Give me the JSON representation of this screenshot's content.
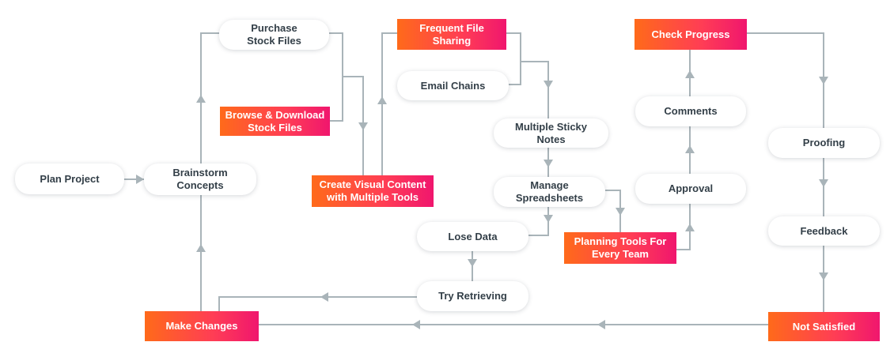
{
  "nodes": {
    "plan_project": "Plan Project",
    "brainstorm": "Brainstorm\nConcepts",
    "purchase_stock": "Purchase\nStock Files",
    "browse_download": "Browse & Download\nStock Files",
    "create_visual": "Create Visual Content\nwith Multiple Tools",
    "frequent_sharing": "Frequent File\nSharing",
    "email_chains": "Email Chains",
    "sticky_notes": "Multiple Sticky\nNotes",
    "manage_spreadsheets": "Manage\nSpreadsheets",
    "lose_data": "Lose Data",
    "try_retrieving": "Try Retrieving",
    "make_changes": "Make Changes",
    "planning_tools": "Planning Tools For\nEvery Team",
    "approval": "Approval",
    "comments": "Comments",
    "check_progress": "Check Progress",
    "proofing": "Proofing",
    "feedback": "Feedback",
    "not_satisfied": "Not Satisfied"
  },
  "colors": {
    "connector": "#a9b4b9",
    "pill_text": "#333f48",
    "gradient_start": "#ff6a1a",
    "gradient_end": "#f0166e"
  }
}
